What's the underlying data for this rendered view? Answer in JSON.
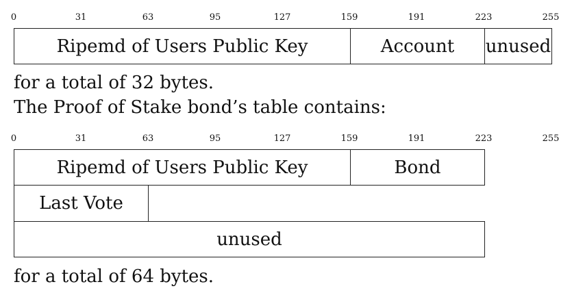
{
  "diagram1": {
    "ticks": [
      "0",
      "31",
      "63",
      "95",
      "127",
      "159",
      "191",
      "223",
      "255"
    ],
    "fields": {
      "ripemd": "Ripemd of Users Public Key",
      "account": "Account",
      "unused": "unused"
    }
  },
  "text1": "for a total of 32 bytes.",
  "text2": "The Proof of Stake bond’s table contains:",
  "diagram2": {
    "ticks": [
      "0",
      "31",
      "63",
      "95",
      "127",
      "159",
      "191",
      "223",
      "255"
    ],
    "fields": {
      "ripemd": "Ripemd of Users Public Key",
      "bond": "Bond",
      "last_vote": "Last Vote",
      "unused": "unused"
    }
  },
  "text3": "for a total of 64 bytes."
}
